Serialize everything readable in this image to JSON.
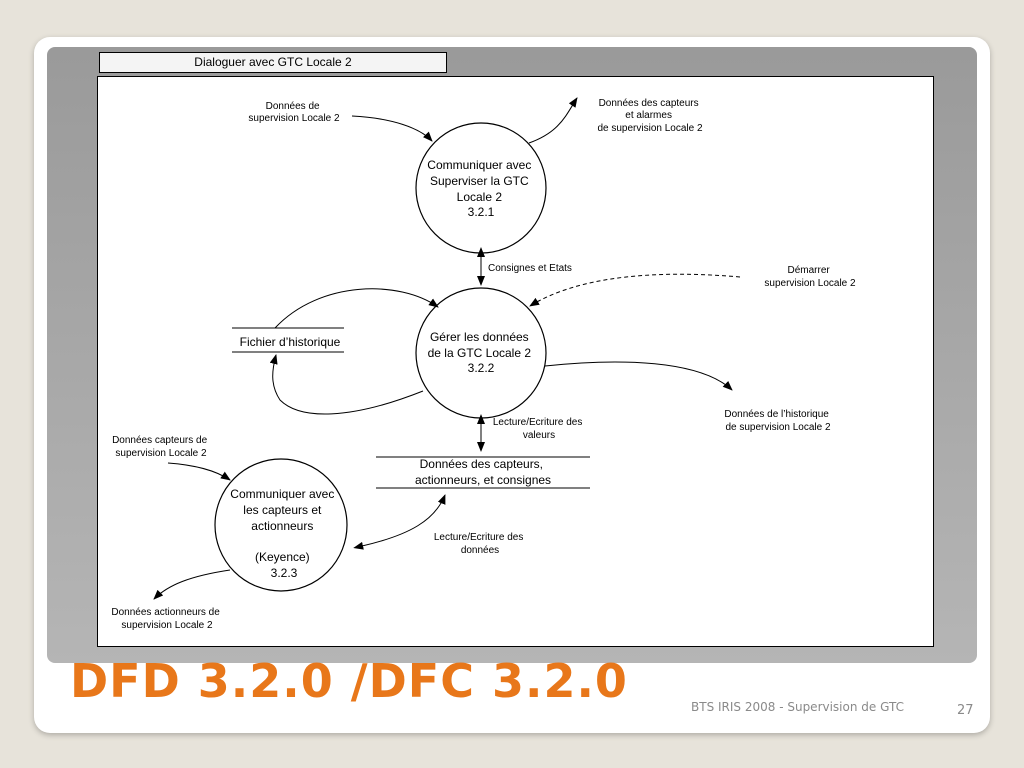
{
  "slide": {
    "title": "DFD 3.2.0 /DFC 3.2.0",
    "footer": "BTS IRIS 2008 - Supervision de GTC",
    "page_number": "27"
  },
  "diagram": {
    "header": "Dialoguer avec GTC Locale 2",
    "processes": {
      "p1": [
        "Communiquer avec",
        "Superviser la GTC",
        "Locale 2",
        "3.2.1"
      ],
      "p2": [
        "Gérer les données",
        "de la GTC Locale 2",
        "3.2.2"
      ],
      "p3": [
        "Communiquer avec",
        "les capteurs et",
        "actionneurs",
        "",
        "(Keyence)",
        "3.2.3"
      ]
    },
    "stores": {
      "historique": "Fichier d’historique",
      "capteurs": [
        "Données des capteurs,",
        "actionneurs, et consignes"
      ]
    },
    "flows": {
      "supervision_in": [
        "Données de",
        "supervision Locale 2"
      ],
      "capteurs_alarmes": [
        "Données des capteurs",
        "et alarmes",
        "de supervision Locale 2"
      ],
      "consignes_etats": "Consignes et Etats",
      "demarrer": [
        "Démarrer",
        "supervision Locale 2"
      ],
      "historique_out": [
        "Données de l’historique",
        "de supervision Locale 2"
      ],
      "lecture_valeurs": [
        "Lecture/Ecriture des",
        "valeurs"
      ],
      "capteurs_in": [
        "Données capteurs de",
        "supervision Locale 2"
      ],
      "lecture_donnees": [
        "Lecture/Ecriture des",
        "données"
      ],
      "actionneurs_out": [
        "Données actionneurs de",
        "supervision Locale 2"
      ]
    }
  }
}
